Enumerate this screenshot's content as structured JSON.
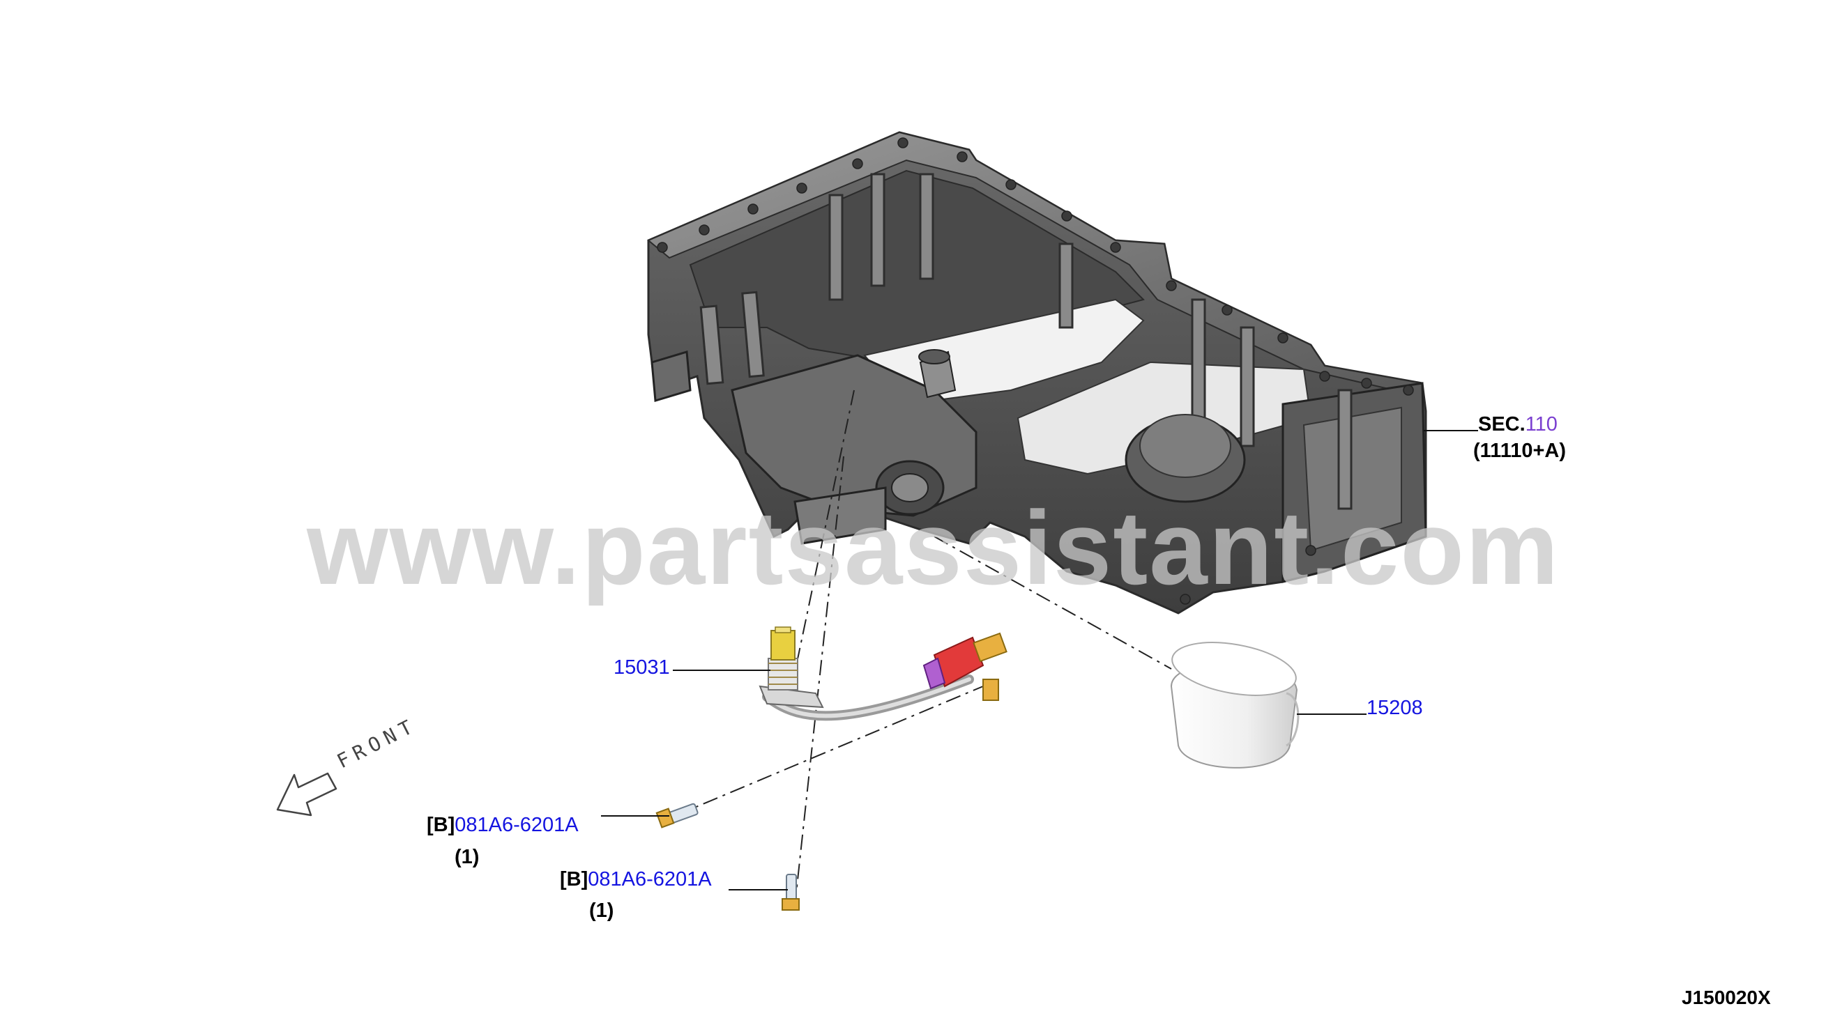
{
  "watermark": "www.partsassistant.com",
  "diagram_code": "J150020X",
  "front_label": "FRONT",
  "callouts": {
    "sec_prefix": "SEC.",
    "sec_number": "110",
    "sec_sub": "(11110+A)",
    "part_15031": "15031",
    "part_15208": "15208",
    "bolt1_bracket": "[B]",
    "bolt1_part": "081A6-6201A",
    "bolt1_qty": "(1)",
    "bolt2_bracket": "[B]",
    "bolt2_part": "081A6-6201A",
    "bolt2_qty": "(1)"
  },
  "colors": {
    "link": "#1414e0",
    "oil_pan": "#6e6e6e",
    "sensor_red": "#e03a3a",
    "brass": "#e0b040",
    "filter": "#f4f4f4"
  }
}
